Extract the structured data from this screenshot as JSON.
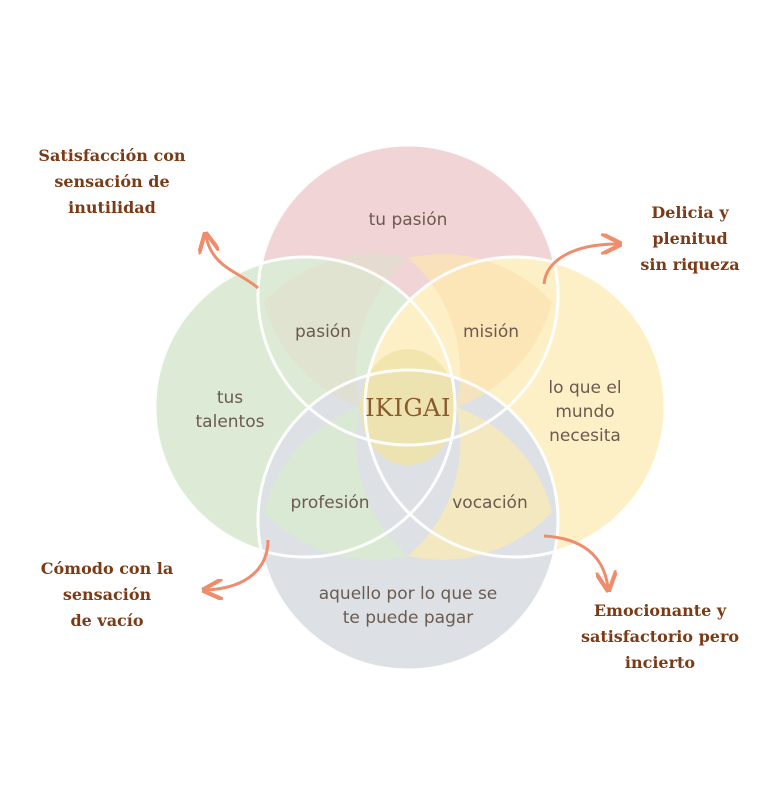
{
  "center_label": "IKIGAI",
  "circles": {
    "top": {
      "label": "tu pasión",
      "color": "#f0d4d6"
    },
    "left": {
      "label": "tus\ntalentos",
      "color": "#ddebd6"
    },
    "right": {
      "label": "lo que el\nmundo\nnecesita",
      "color": "#fdf0c6"
    },
    "bottom": {
      "label": "aquello por lo que se\nte puede pagar",
      "color": "#dde1e5"
    }
  },
  "overlaps": {
    "top_left": "pasión",
    "top_right": "misión",
    "bottom_left": "profesión",
    "bottom_right": "vocación"
  },
  "annotations": {
    "top_left": "Satisfacción con\nsensación de\ninutilidad",
    "top_right": "Delicia y\nplenitud\nsin riqueza",
    "bottom_left": "Cómodo con la\nsensación\nde vacío",
    "bottom_right": "Emocionante y\nsatisfactorio pero\nincierto"
  },
  "arrow_color": "#ef8c6c"
}
